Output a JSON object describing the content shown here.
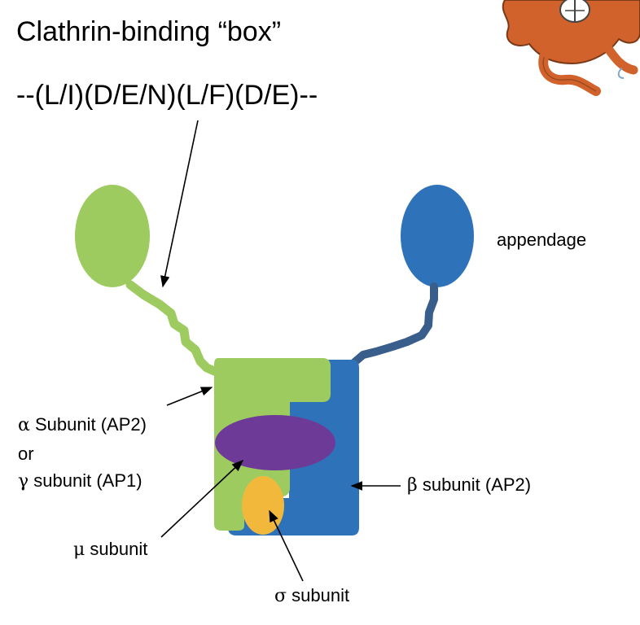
{
  "title": "Clathrin-binding “box”",
  "motif": "--(L/I)(D/E/N)(L/F)(D/E)--",
  "labels": {
    "appendage": "appendage",
    "alpha_sym": "α",
    "alpha_rest": " Subunit (AP2)",
    "or": "or",
    "gamma_sym": "γ",
    "gamma_rest": " subunit (AP1)",
    "beta_sym": "β",
    "beta_rest": " subunit (AP2)",
    "mu_sym": "μ",
    "mu_rest": " subunit",
    "sigma_sym": "σ",
    "sigma_rest": " subunit"
  },
  "colors": {
    "alpha_green": "#9dcb5f",
    "beta_blue": "#2e72ba",
    "beta_tail": "#3a5e8c",
    "mu_purple": "#6e3a97",
    "sigma_yellow": "#f1b83c",
    "mascot_orange": "#d2622b"
  }
}
